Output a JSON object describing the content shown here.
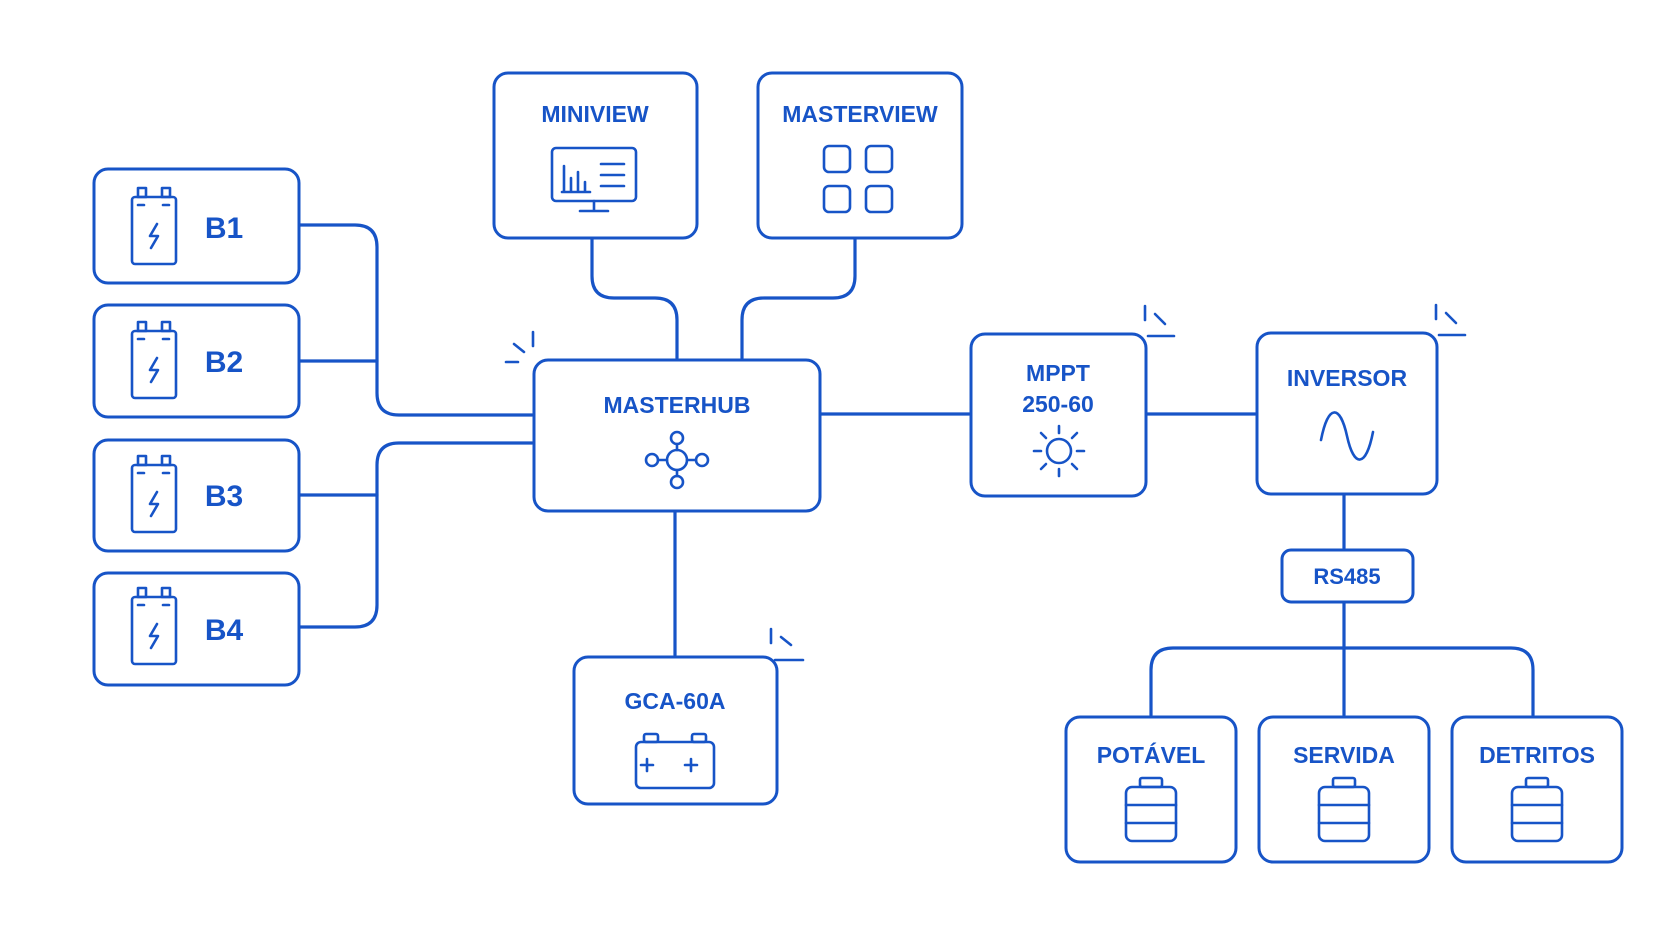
{
  "colors": {
    "accent": "#1754c7",
    "background": "#ffffff"
  },
  "nodes": {
    "batteries": [
      {
        "label": "B1",
        "icon": "battery-cell-icon"
      },
      {
        "label": "B2",
        "icon": "battery-cell-icon"
      },
      {
        "label": "B3",
        "icon": "battery-cell-icon"
      },
      {
        "label": "B4",
        "icon": "battery-cell-icon"
      }
    ],
    "miniview": {
      "label": "MINIVIEW",
      "icon": "monitor-chart-icon"
    },
    "masterview": {
      "label": "MASTERVIEW",
      "icon": "grid-icon"
    },
    "masterhub": {
      "label": "MASTERHUB",
      "icon": "hub-network-icon"
    },
    "gca": {
      "label": "GCA-60A",
      "icon": "car-battery-icon"
    },
    "mppt": {
      "label_line1": "MPPT",
      "label_line2": "250-60",
      "icon": "sun-icon"
    },
    "inversor": {
      "label": "INVERSOR",
      "icon": "sine-wave-icon"
    },
    "rs485": {
      "label": "RS485"
    },
    "tanks": [
      {
        "label": "POTÁVEL",
        "icon": "tank-icon"
      },
      {
        "label": "SERVIDA",
        "icon": "tank-icon"
      },
      {
        "label": "DETRITOS",
        "icon": "tank-icon"
      }
    ]
  }
}
